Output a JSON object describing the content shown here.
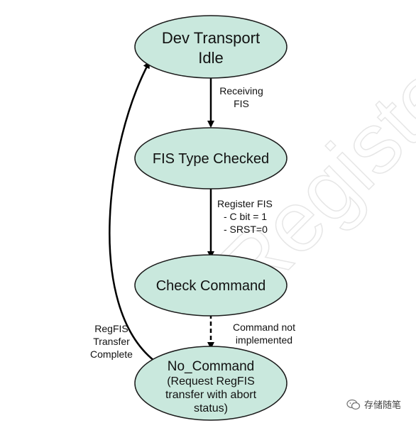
{
  "colors": {
    "state_fill": "#c9e8dd",
    "state_stroke": "#1a1a1a",
    "arrow": "#000000",
    "text": "#111111",
    "watermark": "#e6e6e6"
  },
  "states": {
    "idle": {
      "lines": [
        "Dev Transport",
        "Idle"
      ]
    },
    "checked": {
      "lines": [
        "FIS Type Checked"
      ]
    },
    "check_command": {
      "lines": [
        "Check Command"
      ]
    },
    "no_command": {
      "lines": [
        "No_Command",
        "(Request RegFIS",
        "transfer with abort",
        "status)"
      ]
    }
  },
  "transitions": {
    "receiving": {
      "lines": [
        "Receiving",
        "FIS"
      ]
    },
    "register": {
      "lines": [
        "Register FIS",
        "- C bit = 1",
        "- SRST=0"
      ]
    },
    "not_impl": {
      "lines": [
        "Command not",
        "implemented"
      ]
    },
    "complete": {
      "lines": [
        "RegFIS",
        "Transfer",
        "Complete"
      ]
    }
  },
  "watermark": {
    "diagonal_text": "Registered",
    "badge_icon": "wechat-icon",
    "badge_text": "存储随笔"
  }
}
